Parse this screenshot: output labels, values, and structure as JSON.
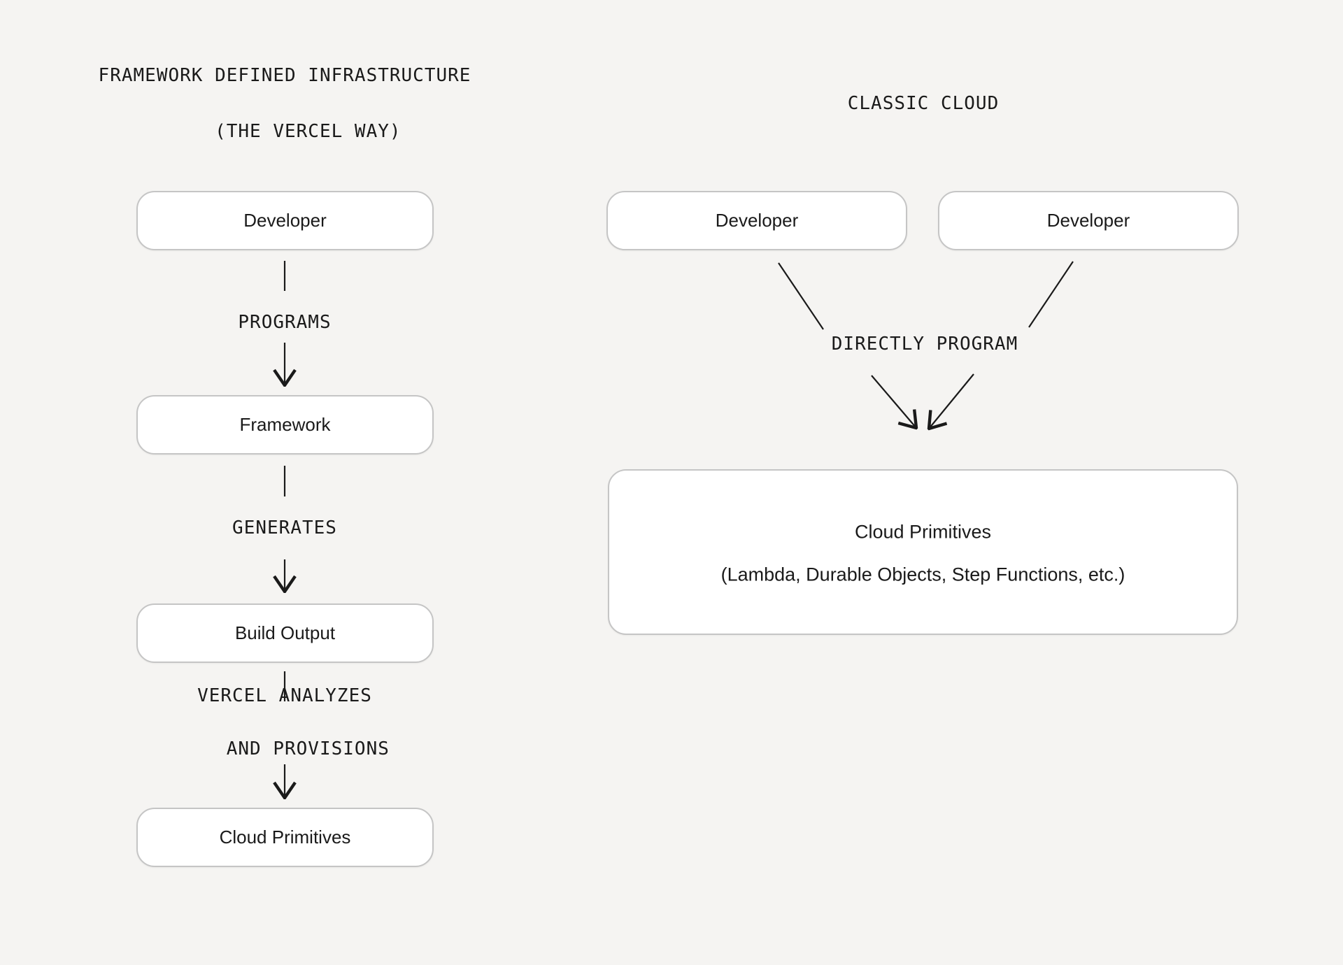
{
  "diagram": {
    "background_color": "#f5f4f2",
    "box_fill_color": "#ffffff",
    "box_border_color": "#c5c5c5",
    "line_color": "#1a1a1a",
    "text_color": "#1a1a1a"
  },
  "left_flow": {
    "heading_lines": [
      "FRAMEWORK DEFINED INFRASTRUCTURE",
      "(THE VERCEL WAY)"
    ],
    "nodes": [
      {
        "label": "Developer"
      },
      {
        "label": "Framework"
      },
      {
        "label": "Build Output"
      },
      {
        "label": "Cloud Primitives"
      }
    ],
    "edge_labels": {
      "programs": "PROGRAMS",
      "generates": "GENERATES",
      "analyzes_line1": "VERCEL ANALYZES",
      "analyzes_line2": "AND PROVISIONS"
    }
  },
  "right_flow": {
    "heading": "CLASSIC CLOUD",
    "nodes": [
      {
        "label": "Developer"
      },
      {
        "label": "Developer"
      }
    ],
    "edge_label": "DIRECTLY PROGRAM",
    "target": {
      "title": "Cloud Primitives",
      "subtitle": "(Lambda, Durable Objects, Step Functions, etc.)"
    }
  }
}
